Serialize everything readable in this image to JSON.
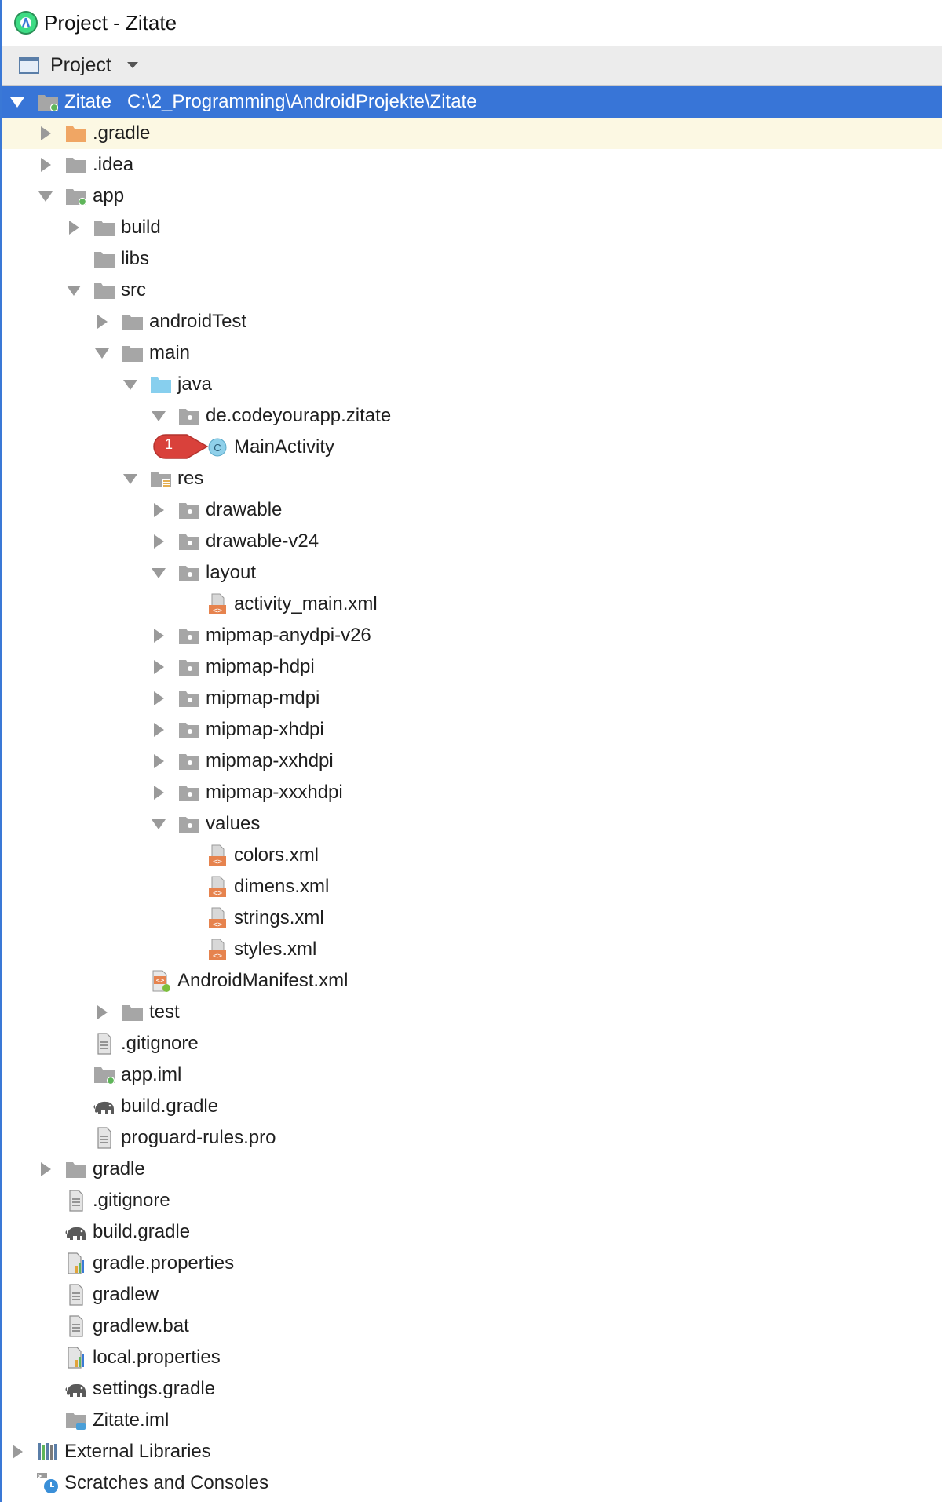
{
  "window": {
    "title": "Project - Zitate"
  },
  "toolbar": {
    "view_label": "Project"
  },
  "colors": {
    "selection": "#3875d7",
    "highlight": "#fcf8e3",
    "folder": "#a6a6a6",
    "source_folder": "#87cfee",
    "gradle_folder": "#f0a664",
    "badge": "#d9413b"
  },
  "annotation": {
    "badge_number": "1"
  },
  "tree": [
    {
      "name": "tree-item-zitate",
      "label": "Zitate",
      "path": "C:\\2_Programming\\AndroidProjekte\\Zitate",
      "level": 0,
      "arrow": "down",
      "icon": "module-folder-icon",
      "state": "selected"
    },
    {
      "name": "tree-item-gradle-hidden",
      "label": ".gradle",
      "level": 1,
      "arrow": "right",
      "icon": "gradle-folder-icon",
      "state": "highlight"
    },
    {
      "name": "tree-item-idea",
      "label": ".idea",
      "level": 1,
      "arrow": "right",
      "icon": "folder-icon"
    },
    {
      "name": "tree-item-app",
      "label": "app",
      "level": 1,
      "arrow": "down",
      "icon": "module-folder-icon"
    },
    {
      "name": "tree-item-build",
      "label": "build",
      "level": 2,
      "arrow": "right",
      "icon": "folder-icon"
    },
    {
      "name": "tree-item-libs",
      "label": "libs",
      "level": 2,
      "arrow": "none",
      "icon": "folder-icon"
    },
    {
      "name": "tree-item-src",
      "label": "src",
      "level": 2,
      "arrow": "down",
      "icon": "folder-icon"
    },
    {
      "name": "tree-item-androidtest",
      "label": "androidTest",
      "level": 3,
      "arrow": "right",
      "icon": "folder-icon"
    },
    {
      "name": "tree-item-main",
      "label": "main",
      "level": 3,
      "arrow": "down",
      "icon": "folder-icon"
    },
    {
      "name": "tree-item-java",
      "label": "java",
      "level": 4,
      "arrow": "down",
      "icon": "source-folder-icon"
    },
    {
      "name": "tree-item-package",
      "label": "de.codeyourapp.zitate",
      "level": 5,
      "arrow": "down",
      "icon": "package-icon"
    },
    {
      "name": "tree-item-mainactivity",
      "label": "MainActivity",
      "level": 6,
      "arrow": "none",
      "icon": "class-icon"
    },
    {
      "name": "tree-item-res",
      "label": "res",
      "level": 4,
      "arrow": "down",
      "icon": "resource-folder-icon"
    },
    {
      "name": "tree-item-drawable",
      "label": "drawable",
      "level": 5,
      "arrow": "right",
      "icon": "package-icon"
    },
    {
      "name": "tree-item-drawable-v24",
      "label": "drawable-v24",
      "level": 5,
      "arrow": "right",
      "icon": "package-icon"
    },
    {
      "name": "tree-item-layout",
      "label": "layout",
      "level": 5,
      "arrow": "down",
      "icon": "package-icon"
    },
    {
      "name": "tree-item-activity-main",
      "label": "activity_main.xml",
      "level": 6,
      "arrow": "none",
      "icon": "xml-file-icon"
    },
    {
      "name": "tree-item-mipmap-anydpi",
      "label": "mipmap-anydpi-v26",
      "level": 5,
      "arrow": "right",
      "icon": "package-icon"
    },
    {
      "name": "tree-item-mipmap-hdpi",
      "label": "mipmap-hdpi",
      "level": 5,
      "arrow": "right",
      "icon": "package-icon"
    },
    {
      "name": "tree-item-mipmap-mdpi",
      "label": "mipmap-mdpi",
      "level": 5,
      "arrow": "right",
      "icon": "package-icon"
    },
    {
      "name": "tree-item-mipmap-xhdpi",
      "label": "mipmap-xhdpi",
      "level": 5,
      "arrow": "right",
      "icon": "package-icon"
    },
    {
      "name": "tree-item-mipmap-xxhdpi",
      "label": "mipmap-xxhdpi",
      "level": 5,
      "arrow": "right",
      "icon": "package-icon"
    },
    {
      "name": "tree-item-mipmap-xxxhdpi",
      "label": "mipmap-xxxhdpi",
      "level": 5,
      "arrow": "right",
      "icon": "package-icon"
    },
    {
      "name": "tree-item-values",
      "label": "values",
      "level": 5,
      "arrow": "down",
      "icon": "package-icon"
    },
    {
      "name": "tree-item-colors",
      "label": "colors.xml",
      "level": 6,
      "arrow": "none",
      "icon": "xml-file-icon"
    },
    {
      "name": "tree-item-dimens",
      "label": "dimens.xml",
      "level": 6,
      "arrow": "none",
      "icon": "xml-file-icon"
    },
    {
      "name": "tree-item-strings",
      "label": "strings.xml",
      "level": 6,
      "arrow": "none",
      "icon": "xml-file-icon"
    },
    {
      "name": "tree-item-styles",
      "label": "styles.xml",
      "level": 6,
      "arrow": "none",
      "icon": "xml-file-icon"
    },
    {
      "name": "tree-item-manifest",
      "label": "AndroidManifest.xml",
      "level": 4,
      "arrow": "none",
      "icon": "manifest-file-icon"
    },
    {
      "name": "tree-item-test",
      "label": "test",
      "level": 3,
      "arrow": "right",
      "icon": "folder-icon"
    },
    {
      "name": "tree-item-app-gitignore",
      "label": ".gitignore",
      "level": 2,
      "arrow": "none",
      "icon": "text-file-icon"
    },
    {
      "name": "tree-item-app-iml",
      "label": "app.iml",
      "level": 2,
      "arrow": "none",
      "icon": "module-file-icon"
    },
    {
      "name": "tree-item-app-build-gradle",
      "label": "build.gradle",
      "level": 2,
      "arrow": "none",
      "icon": "gradle-elephant-icon"
    },
    {
      "name": "tree-item-proguard",
      "label": "proguard-rules.pro",
      "level": 2,
      "arrow": "none",
      "icon": "text-file-icon"
    },
    {
      "name": "tree-item-gradle",
      "label": "gradle",
      "level": 1,
      "arrow": "right",
      "icon": "folder-icon"
    },
    {
      "name": "tree-item-root-gitignore",
      "label": ".gitignore",
      "level": 1,
      "arrow": "none",
      "icon": "text-file-icon"
    },
    {
      "name": "tree-item-root-build-gradle",
      "label": "build.gradle",
      "level": 1,
      "arrow": "none",
      "icon": "gradle-elephant-icon"
    },
    {
      "name": "tree-item-gradle-properties",
      "label": "gradle.properties",
      "level": 1,
      "arrow": "none",
      "icon": "properties-file-icon"
    },
    {
      "name": "tree-item-gradlew",
      "label": "gradlew",
      "level": 1,
      "arrow": "none",
      "icon": "text-file-icon"
    },
    {
      "name": "tree-item-gradlew-bat",
      "label": "gradlew.bat",
      "level": 1,
      "arrow": "none",
      "icon": "text-file-icon"
    },
    {
      "name": "tree-item-local-properties",
      "label": "local.properties",
      "level": 1,
      "arrow": "none",
      "icon": "properties-file-icon"
    },
    {
      "name": "tree-item-settings-gradle",
      "label": "settings.gradle",
      "level": 1,
      "arrow": "none",
      "icon": "gradle-elephant-icon"
    },
    {
      "name": "tree-item-zitate-iml",
      "label": "Zitate.iml",
      "level": 1,
      "arrow": "none",
      "icon": "module-iml-icon"
    },
    {
      "name": "tree-item-external-libraries",
      "label": "External Libraries",
      "level": 0,
      "arrow": "right",
      "icon": "libraries-icon"
    },
    {
      "name": "tree-item-scratches",
      "label": "Scratches and Consoles",
      "level": 0,
      "arrow": "none",
      "icon": "scratches-icon"
    }
  ]
}
